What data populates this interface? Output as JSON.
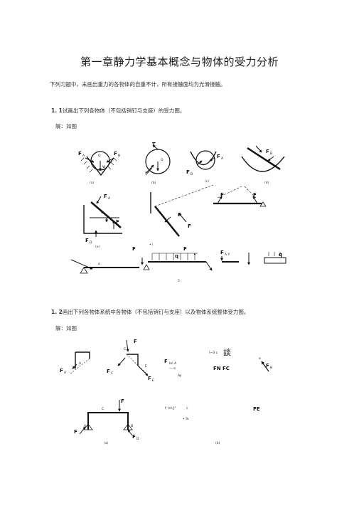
{
  "document": {
    "title": "第一章静力学基本概念与物体的受力分析",
    "intro": "下列习题中，未画出重力的各物体的自重不计，所有接触面均为光滑接触。",
    "section1": {
      "number": "1. 1",
      "text": "试画出下列各物体（不包括销钉与支座）的受力图。",
      "solution": "解：如图"
    },
    "section2": {
      "number": "1. 2",
      "text": "画出下列各物体系统中各物体（不包括销钉与支座）以及物体系统整体受力图。",
      "solution": "解：如图"
    }
  },
  "figure1": {
    "captions": [
      "(a)",
      "(b)",
      "(c)",
      "(d)",
      "(e)"
    ],
    "page_mark": "5",
    "labels": {
      "FA": "F",
      "A_sub": "A",
      "FB": "F",
      "B_sub": "B",
      "O": "O",
      "W": "W",
      "T": "T",
      "C": "C",
      "D": "D",
      "FC": "F",
      "FD": "F",
      "D_sub": "D",
      "q": "q",
      "FAy": "F",
      "Ay_sub": "A Y",
      "A": "A",
      "B": "B",
      "alpha": "α",
      "i_mark": "• i"
    }
  },
  "figure2": {
    "captions": [
      "(a)",
      "(b)"
    ],
    "labels": {
      "F": "F",
      "A": "A",
      "C": "C",
      "E": "E",
      "B": "B",
      "FA": "F",
      "A_sub": "A",
      "FC": "F",
      "C_sub": "C",
      "FE": "F",
      "E_sub": "E",
      "FB": "F",
      "B_sub": "B",
      "noise1": "\\~3 c",
      "noise2": "談",
      "noise3": "F",
      "noise4": "lm A",
      "noise5": "----s",
      "noise6": "FN",
      "noise7": "FC",
      "noise8": "Ay",
      "noise9": "f",
      "noise10": "lm J\"",
      "noise11": "c",
      "noise12": "• %",
      "noise13": "FE",
      "FD": "F",
      "D_sub": "D",
      "e": "e"
    }
  },
  "colors": {
    "ink": "#111111",
    "text": "#222222"
  }
}
